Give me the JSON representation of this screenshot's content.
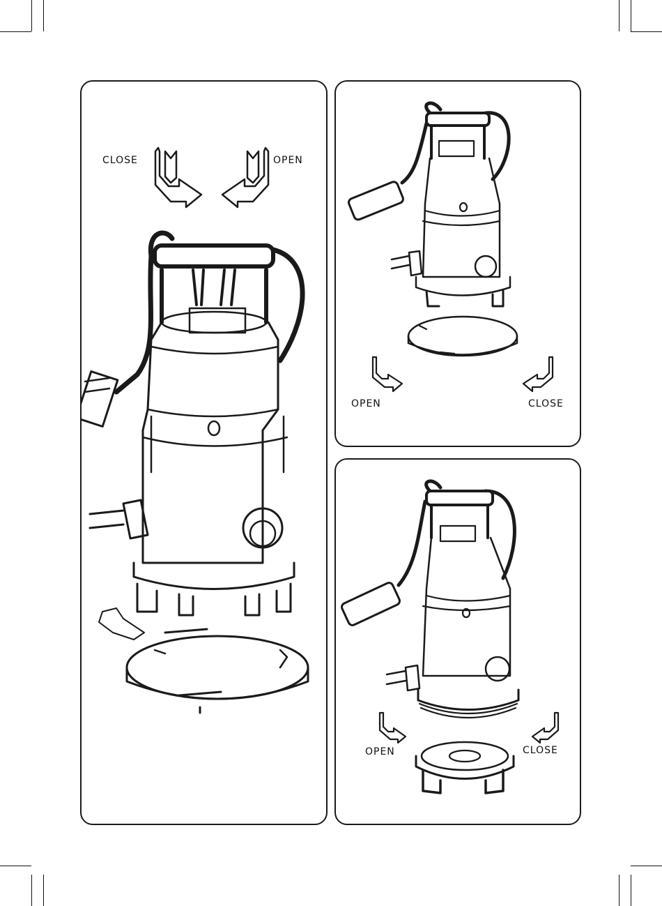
{
  "panels": {
    "left": {
      "close_label": "CLOSE",
      "open_label": "OPEN"
    },
    "top_right": {
      "open_label": "OPEN",
      "close_label": "CLOSE"
    },
    "bottom_right": {
      "open_label": "OPEN",
      "close_label": "CLOSE"
    }
  },
  "colors": {
    "ink": "#1a1a1a",
    "paper": "#ffffff"
  }
}
